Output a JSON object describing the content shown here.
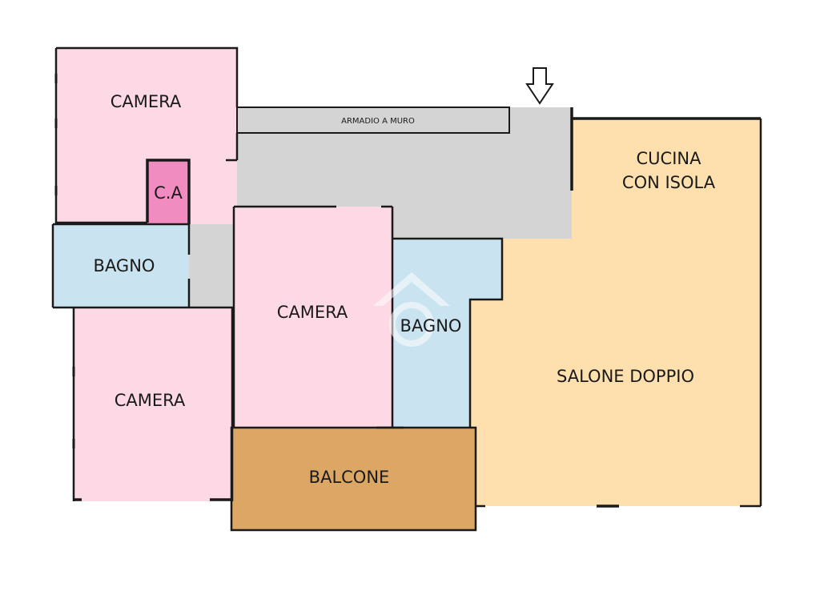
{
  "colors": {
    "camera": "#fcd9e4",
    "bagno": "#c9e4f0",
    "corridor": "#d4d4d4",
    "cabina": "#f08cc0",
    "salone": "#fde0ae",
    "balcone": "#dca664",
    "watermark": "#ffffff"
  },
  "rooms": {
    "camera_top": "CAMERA",
    "camera_bottom": "CAMERA",
    "camera_center": "CAMERA",
    "bagno_left": "BAGNO",
    "bagno_center": "BAGNO",
    "cabina": "C.A",
    "armadio": "ARMADIO A MURO",
    "cucina_line1": "CUCINA",
    "cucina_line2": "CON ISOLA",
    "salone": "SALONE DOPPIO",
    "balcone": "BALCONE"
  },
  "icons": {
    "entrance": "arrow-down-icon",
    "watermark": "house-logo-icon"
  }
}
